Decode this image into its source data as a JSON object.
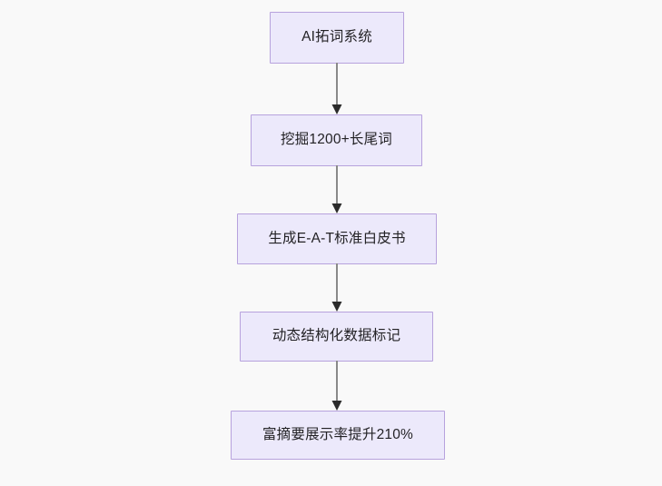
{
  "diagram": {
    "type": "flowchart",
    "direction": "top-to-bottom",
    "background_color": "#f9f9f9",
    "node_fill_color": "#ece9fb",
    "node_border_color": "#b7a2dd",
    "node_text_color": "#232225",
    "edge_line_color": "#8a8a8a",
    "edge_arrow_color": "#2b2b2b",
    "nodes": [
      {
        "id": "n1",
        "label": "AI拓词系统"
      },
      {
        "id": "n2",
        "label": "挖掘1200+长尾词"
      },
      {
        "id": "n3",
        "label": "生成E-A-T标准白皮书"
      },
      {
        "id": "n4",
        "label": "动态结构化数据标记"
      },
      {
        "id": "n5",
        "label": "富摘要展示率提升210%"
      }
    ],
    "edges": [
      {
        "id": "e1",
        "from": "n1",
        "to": "n2",
        "label": ""
      },
      {
        "id": "e2",
        "from": "n2",
        "to": "n3",
        "label": ""
      },
      {
        "id": "e3",
        "from": "n3",
        "to": "n4",
        "label": ""
      },
      {
        "id": "e4",
        "from": "n4",
        "to": "n5",
        "label": ""
      }
    ]
  }
}
